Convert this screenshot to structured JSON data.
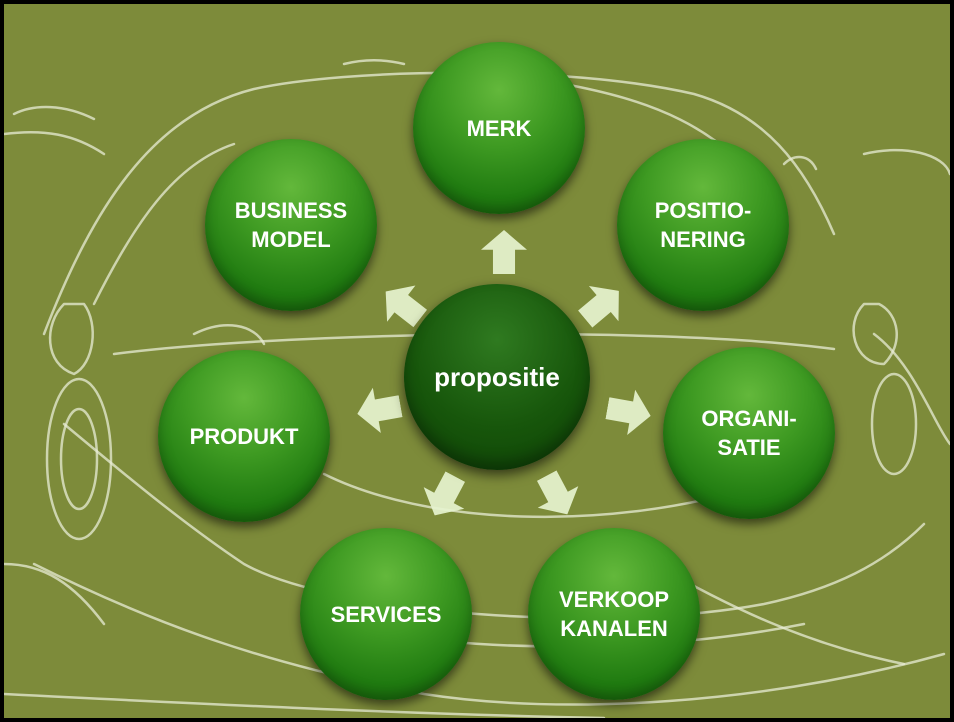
{
  "diagram": {
    "center": {
      "label": "propositie"
    },
    "nodes": [
      {
        "label": "MERK"
      },
      {
        "label": "POSITIO-\nNERING"
      },
      {
        "label": "ORGANI-\nSATIE"
      },
      {
        "label": "VERKOOP\nKANALEN"
      },
      {
        "label": "SERVICES"
      },
      {
        "label": "PRODUKT"
      },
      {
        "label": "BUSINESS\nMODEL"
      }
    ]
  },
  "colors": {
    "background": "#7d8b3a",
    "node_green": "#2a8a16",
    "center_green": "#17560b",
    "arrow": "#e6f3cf",
    "frame": "#000000"
  }
}
